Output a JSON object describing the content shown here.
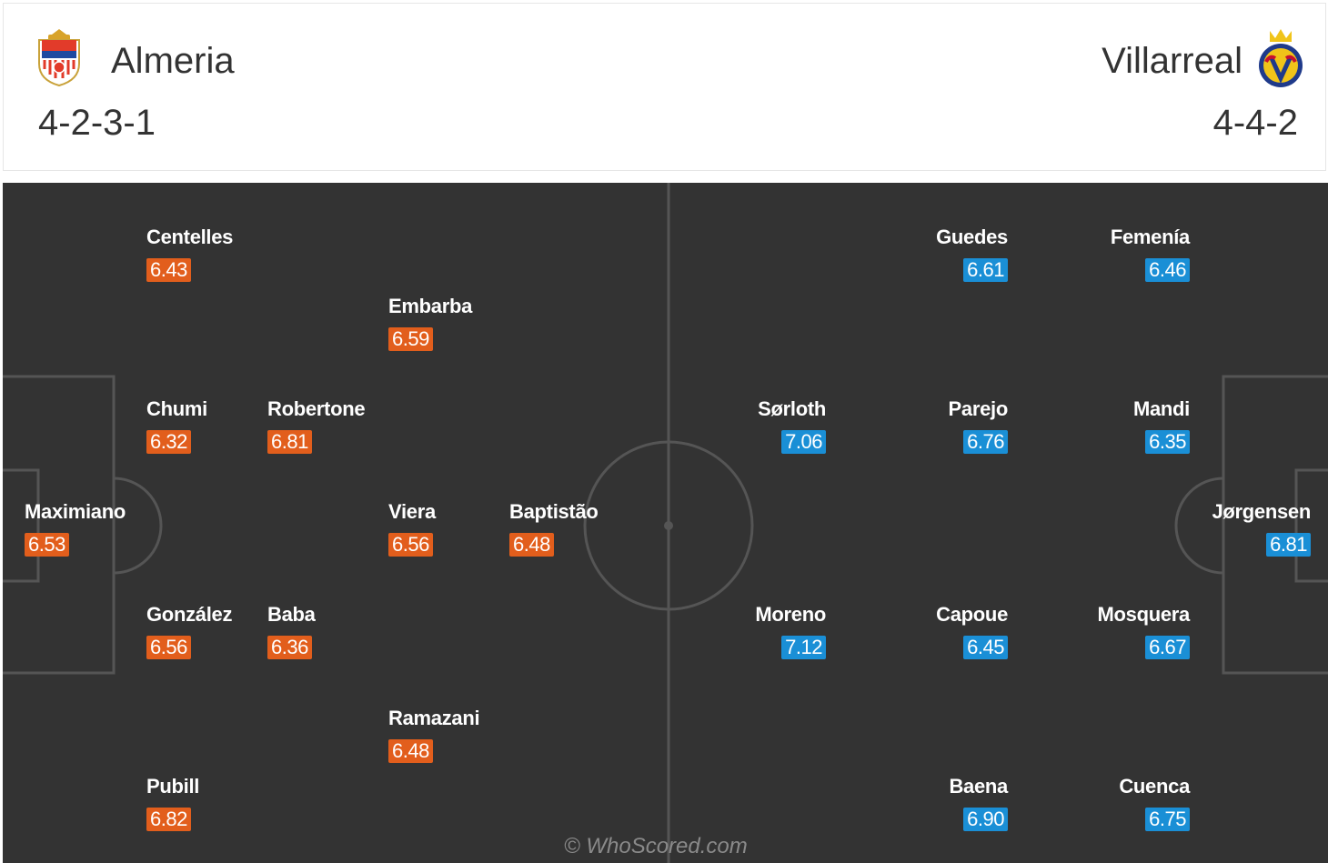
{
  "home": {
    "name": "Almeria",
    "formation": "4-2-3-1",
    "logo_icon": "almeria-crest-icon",
    "rating_color": "#e25e1c",
    "players": [
      {
        "name": "Centelles",
        "rating": "6.43"
      },
      {
        "name": "Embarba",
        "rating": "6.59"
      },
      {
        "name": "Chumi",
        "rating": "6.32"
      },
      {
        "name": "Robertone",
        "rating": "6.81"
      },
      {
        "name": "Maximiano",
        "rating": "6.53"
      },
      {
        "name": "Viera",
        "rating": "6.56"
      },
      {
        "name": "Baptistão",
        "rating": "6.48"
      },
      {
        "name": "González",
        "rating": "6.56"
      },
      {
        "name": "Baba",
        "rating": "6.36"
      },
      {
        "name": "Ramazani",
        "rating": "6.48"
      },
      {
        "name": "Pubill",
        "rating": "6.82"
      }
    ]
  },
  "away": {
    "name": "Villarreal",
    "formation": "4-4-2",
    "logo_icon": "villarreal-crest-icon",
    "rating_color": "#1a8fd6",
    "players": [
      {
        "name": "Guedes",
        "rating": "6.61"
      },
      {
        "name": "Femenía",
        "rating": "6.46"
      },
      {
        "name": "Sørloth",
        "rating": "7.06"
      },
      {
        "name": "Parejo",
        "rating": "6.76"
      },
      {
        "name": "Mandi",
        "rating": "6.35"
      },
      {
        "name": "Jørgensen",
        "rating": "6.81"
      },
      {
        "name": "Moreno",
        "rating": "7.12"
      },
      {
        "name": "Capoue",
        "rating": "6.45"
      },
      {
        "name": "Mosquera",
        "rating": "6.67"
      },
      {
        "name": "Baena",
        "rating": "6.90"
      },
      {
        "name": "Cuenca",
        "rating": "6.75"
      }
    ]
  },
  "pitch": {
    "background": "#333333",
    "line_color": "#555555"
  },
  "watermark": "© WhoScored.com"
}
